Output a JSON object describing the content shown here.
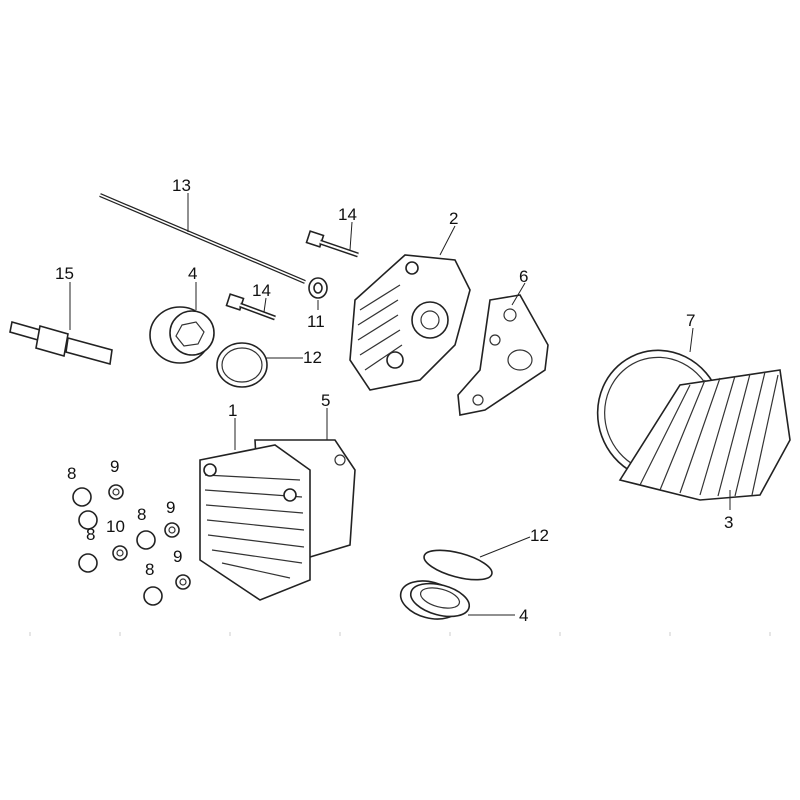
{
  "diagram": {
    "type": "exploded-parts-diagram",
    "callouts": {
      "c13": "13",
      "c14a": "14",
      "c2": "2",
      "c15": "15",
      "c4a": "4",
      "c14b": "14",
      "c6": "6",
      "c11": "11",
      "c12a": "12",
      "c7": "7",
      "c1": "1",
      "c5": "5",
      "c8a": "8",
      "c9a": "9",
      "c8b": "8",
      "c9b": "9",
      "c10": "10",
      "c8c": "8",
      "c9c": "9",
      "c8d": "8",
      "c3": "3",
      "c12b": "12",
      "c4b": "4"
    }
  }
}
